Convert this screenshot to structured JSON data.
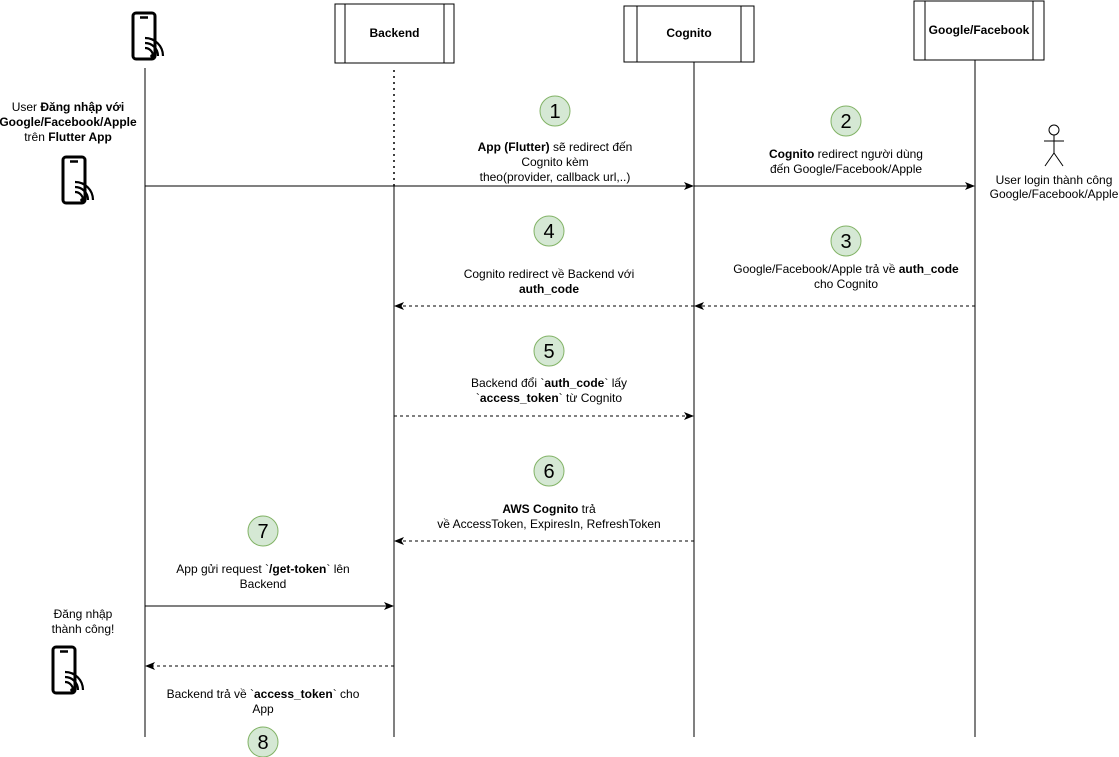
{
  "participants": {
    "backend": "Backend",
    "cognito": "Cognito",
    "provider": "Google/Facebook"
  },
  "colors": {
    "step_circle_fill": "#d5e8d4",
    "step_circle_stroke": "#82b366",
    "line": "#000000"
  },
  "icons": {
    "mobile": "mobile-contactless-icon",
    "actor": "stick-figure-actor-icon"
  },
  "notes": {
    "login_start": [
      [
        {
          "t": "User "
        },
        {
          "t": "Đăng nhập với",
          "b": true
        }
      ],
      [
        {
          "t": "Google/Facebook/Apple",
          "b": true
        }
      ],
      [
        {
          "t": "trên "
        },
        {
          "t": "Flutter App",
          "b": true
        }
      ]
    ],
    "user_login_success": [
      [
        {
          "t": "User login thành công"
        }
      ],
      [
        {
          "t": "Google/Facebook/Apple"
        }
      ]
    ],
    "login_success": [
      [
        {
          "t": "Đăng nhập"
        }
      ],
      [
        {
          "t": "thành công!"
        }
      ]
    ]
  },
  "steps": [
    {
      "number": "1",
      "lines": [
        [
          {
            "t": "App (Flutter)",
            "b": true
          },
          {
            "t": " sẽ redirect đến"
          }
        ],
        [
          {
            "t": "Cognito kèm"
          }
        ],
        [
          {
            "t": "theo(provider, callback url,..)"
          }
        ]
      ]
    },
    {
      "number": "2",
      "lines": [
        [
          {
            "t": "Cognito",
            "b": true
          },
          {
            "t": " redirect người dùng"
          }
        ],
        [
          {
            "t": "đến Google/Facebook/Apple"
          }
        ]
      ]
    },
    {
      "number": "3",
      "lines": [
        [
          {
            "t": "Google/Facebook/Apple trả về "
          },
          {
            "t": "auth_code",
            "b": true
          }
        ],
        [
          {
            "t": "cho Cognito"
          }
        ]
      ]
    },
    {
      "number": "4",
      "lines": [
        [
          {
            "t": "Cognito redirect về Backend với"
          }
        ],
        [
          {
            "t": "auth_code",
            "b": true
          }
        ]
      ]
    },
    {
      "number": "5",
      "lines": [
        [
          {
            "t": "Backend đổi `"
          },
          {
            "t": "auth_code",
            "b": true
          },
          {
            "t": "` lấy"
          }
        ],
        [
          {
            "t": "`"
          },
          {
            "t": "access_token",
            "b": true
          },
          {
            "t": "` từ Cognito"
          }
        ]
      ]
    },
    {
      "number": "6",
      "lines": [
        [
          {
            "t": "AWS Cognito",
            "b": true
          },
          {
            "t": " trả"
          }
        ],
        [
          {
            "t": "về AccessToken, ExpiresIn, RefreshToken"
          }
        ]
      ]
    },
    {
      "number": "7",
      "lines": [
        [
          {
            "t": "App gửi request `"
          },
          {
            "t": "/get-token",
            "b": true
          },
          {
            "t": "` lên"
          }
        ],
        [
          {
            "t": "Backend"
          }
        ]
      ]
    },
    {
      "number": "8",
      "lines": [
        [
          {
            "t": "Backend trả về `"
          },
          {
            "t": "access_token",
            "b": true
          },
          {
            "t": "` cho"
          }
        ],
        [
          {
            "t": "App"
          }
        ]
      ]
    }
  ]
}
